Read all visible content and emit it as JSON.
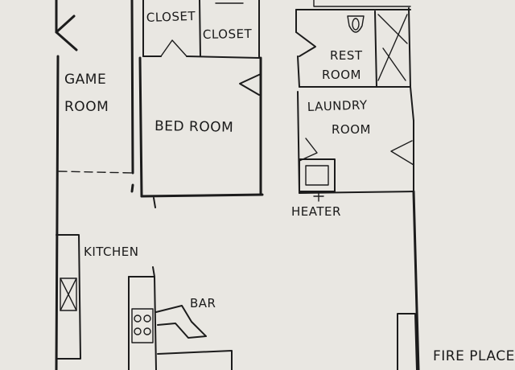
{
  "rooms": {
    "closet_left": "CLOSET",
    "closet_right": "CLOSET",
    "rest_room_line1": "REST",
    "rest_room_line2": "ROOM",
    "game_room_line1": "GAME",
    "game_room_line2": "ROOM",
    "bed_room": "BED ROOM",
    "laundry_room_line1": "LAUNDRY",
    "laundry_room_line2": "ROOM",
    "heater": "HEATER",
    "kitchen": "KITCHEN",
    "bar": "BAR",
    "fire_place": "FIRE PLACE"
  },
  "colors": {
    "paper": "#e9e7e2",
    "ink": "#1c1c1c"
  }
}
